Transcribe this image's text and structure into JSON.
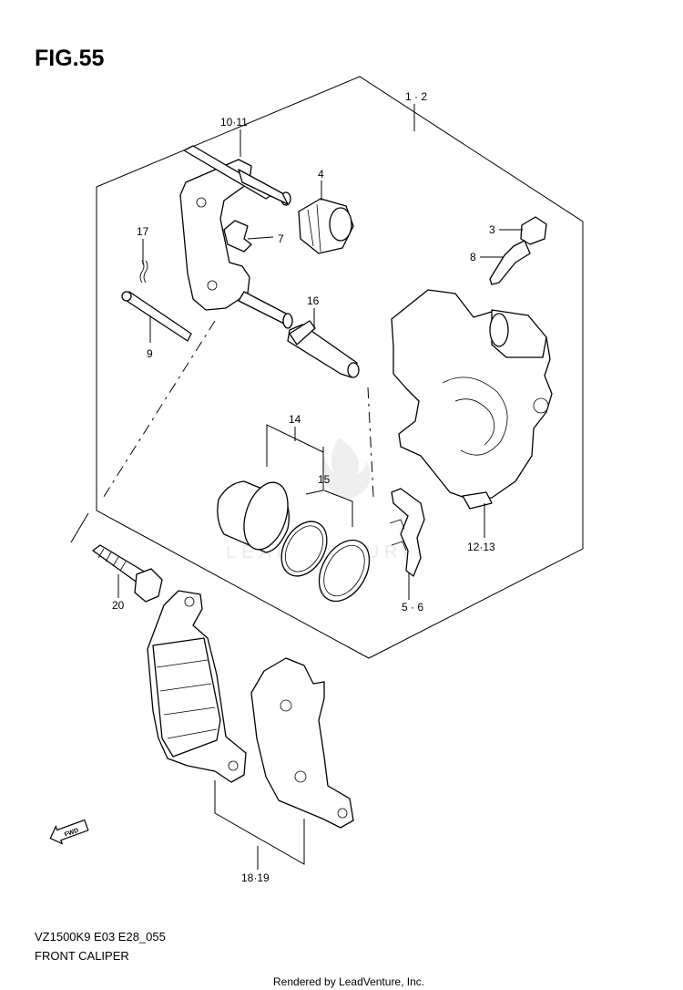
{
  "figure": {
    "title": "FIG.55"
  },
  "callouts": [
    {
      "id": "1-2",
      "text": "1 · 2"
    },
    {
      "id": "10-11",
      "text": "10·11"
    },
    {
      "id": "4",
      "text": "4"
    },
    {
      "id": "3",
      "text": "3"
    },
    {
      "id": "7",
      "text": "7"
    },
    {
      "id": "8",
      "text": "8"
    },
    {
      "id": "17",
      "text": "17"
    },
    {
      "id": "16",
      "text": "16"
    },
    {
      "id": "9",
      "text": "9"
    },
    {
      "id": "14",
      "text": "14"
    },
    {
      "id": "15",
      "text": "15"
    },
    {
      "id": "12-13",
      "text": "12·13"
    },
    {
      "id": "20",
      "text": "20"
    },
    {
      "id": "5-6",
      "text": "5 · 6"
    },
    {
      "id": "18-19",
      "text": "18·19"
    }
  ],
  "fwd_badge": {
    "text": "FWD",
    "icon": "fwd-arrow-icon"
  },
  "watermark": {
    "text": "LEADVENTURE",
    "icon": "leadventure-flame-logo"
  },
  "footer": {
    "model_code": "VZ1500K9 E03 E28_055",
    "caption": "FRONT CALIPER",
    "rendered_by": "Rendered by LeadVenture, Inc."
  }
}
